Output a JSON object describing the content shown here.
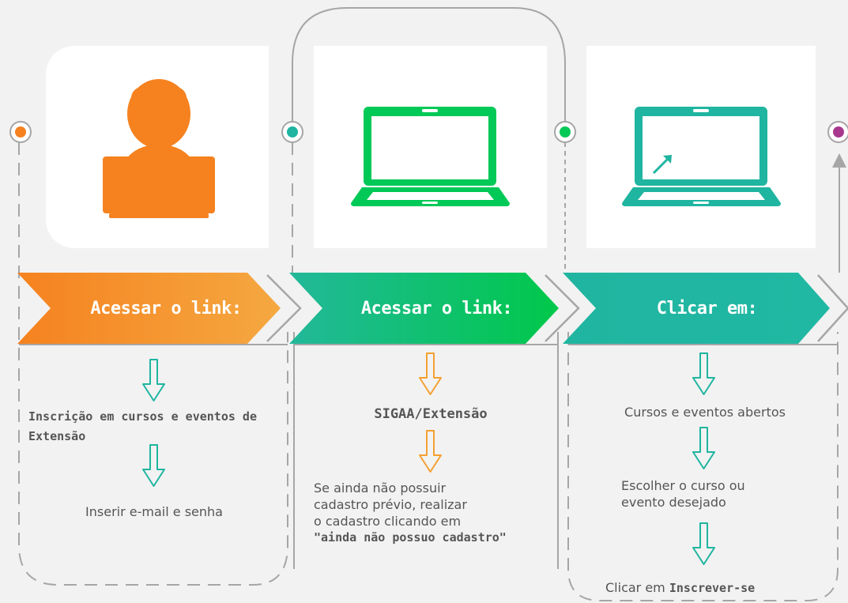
{
  "steps": [
    {
      "title": "Acessar o link:",
      "icon": "user-at-laptop-icon",
      "color": "#f5821f",
      "items": [
        {
          "text": "Inscrição em cursos e eventos de  Extensão",
          "bold": true
        },
        {
          "text": "Inserir e-mail e senha",
          "bold": false
        }
      ]
    },
    {
      "title": "Acessar o link:",
      "icon": "laptop-icon",
      "color": "#00c957",
      "items": [
        {
          "text": "SIGAA/Extensão",
          "bold": true
        },
        {
          "text_lines": [
            "Se ainda não possuir",
            "cadastro prévio, realizar",
            "o cadastro clicando em"
          ],
          "bold_suffix": "\"ainda não possuo cadastro\""
        }
      ]
    },
    {
      "title": "Clicar em:",
      "icon": "laptop-cursor-icon",
      "color": "#1fb5a0",
      "items": [
        {
          "text": "Cursos e eventos abertos",
          "bold": false
        },
        {
          "text_lines": [
            "Escolher o curso ou",
            "evento desejado"
          ],
          "bold": false
        },
        {
          "text_prefix": "Clicar em ",
          "bold_suffix": "Inscrever-se"
        }
      ]
    }
  ],
  "colors": {
    "orange": "#f5821f",
    "green": "#00c957",
    "teal": "#1fb5a0",
    "purple": "#a8388d",
    "line": "#a6a6a6"
  }
}
